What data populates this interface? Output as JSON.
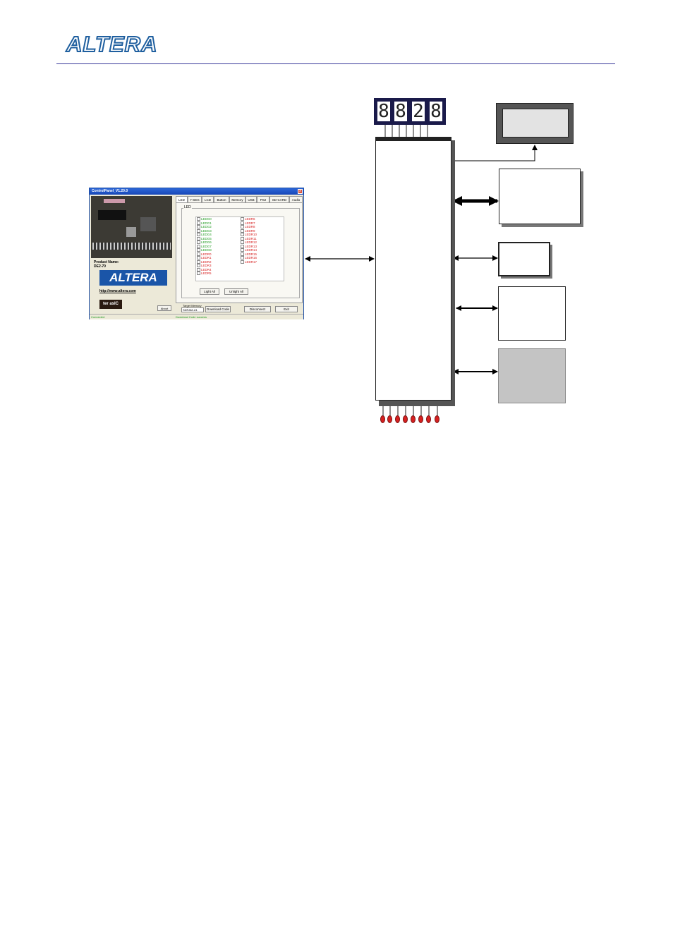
{
  "header": {
    "logo_text": "ALTERA"
  },
  "control_panel": {
    "title": "ControlPanel_V1.20.0",
    "close": "x",
    "product_label": "Product Name:",
    "product_name": "DE2-70",
    "logo_text": "ALTERA",
    "url": "http://www.altera.com",
    "terasic": "ter asIC",
    "about": "About",
    "tabs": [
      "LED",
      "7-SEG",
      "LCD",
      "Button",
      "Memory",
      "USB",
      "PS2",
      "SD-CARD",
      "Audio"
    ],
    "group_label": "LED",
    "leds_col1": [
      {
        "label": "LEDG0",
        "color": "green"
      },
      {
        "label": "LEDG1",
        "color": "green"
      },
      {
        "label": "LEDG2",
        "color": "green"
      },
      {
        "label": "LEDG3",
        "color": "green"
      },
      {
        "label": "LEDG4",
        "color": "green"
      },
      {
        "label": "LEDG5",
        "color": "green"
      },
      {
        "label": "LEDG6",
        "color": "green"
      },
      {
        "label": "LEDG7",
        "color": "green"
      },
      {
        "label": "LEDG8",
        "color": "green"
      },
      {
        "label": "LEDR0",
        "color": "red"
      },
      {
        "label": "LEDR1",
        "color": "red"
      },
      {
        "label": "LEDR2",
        "color": "red"
      },
      {
        "label": "LEDR3",
        "color": "red"
      },
      {
        "label": "LEDR4",
        "color": "red"
      },
      {
        "label": "LEDR5",
        "color": "red"
      }
    ],
    "leds_col2": [
      {
        "label": "LEDR6",
        "color": "red"
      },
      {
        "label": "LEDR7",
        "color": "red"
      },
      {
        "label": "LEDR8",
        "color": "red"
      },
      {
        "label": "LEDR9",
        "color": "red"
      },
      {
        "label": "LEDR10",
        "color": "red"
      },
      {
        "label": "LEDR11",
        "color": "red"
      },
      {
        "label": "LEDR12",
        "color": "red"
      },
      {
        "label": "LEDR13",
        "color": "red"
      },
      {
        "label": "LEDR14",
        "color": "red"
      },
      {
        "label": "LEDR15",
        "color": "red"
      },
      {
        "label": "LEDR16",
        "color": "red"
      },
      {
        "label": "LEDR17",
        "color": "red"
      }
    ],
    "light_all": "Light All",
    "unlight_all": "Unlight All",
    "target_memory_label": "Target Memory",
    "target_memory_value": "SDRAM-U1",
    "download_code": "Download Code",
    "disconnect": "Disconnect",
    "exit": "Exit",
    "status_left": "Connected",
    "status_right": "Download Code success"
  },
  "seven_segment": {
    "digits": [
      "8",
      "8",
      "2",
      "8"
    ]
  },
  "colors": {
    "led_green": "#1e9a1e",
    "led_red": "#d62020",
    "window_blue": "#1f4fa6",
    "logo_blue": "#1f5f9f"
  }
}
